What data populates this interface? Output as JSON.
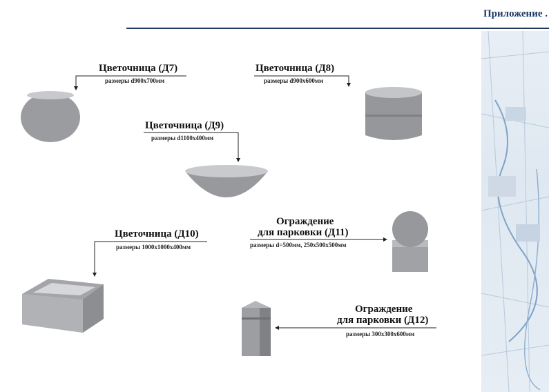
{
  "header": {
    "title": "Приложение ."
  },
  "items": [
    {
      "id": "d7",
      "title": "Цветочница (Д7)",
      "size": "размеры d900x700мм"
    },
    {
      "id": "d8",
      "title": "Цветочница (Д8)",
      "size": "размеры d900x600мм"
    },
    {
      "id": "d9",
      "title": "Цветочница (Д9)",
      "size": "размеры d1100x400мм"
    },
    {
      "id": "d10",
      "title": "Цветочница (Д10)",
      "size": "размеры 1000x1000x400мм"
    },
    {
      "id": "d11",
      "title_line1": "Ограждение",
      "title_line2": "для парковки (Д11)",
      "size": "размеры d=500мм, 250x500x500мм"
    },
    {
      "id": "d12",
      "title_line1": "Ограждение",
      "title_line2": "для парковки (Д12)",
      "size": "размеры 300x300x600мм"
    }
  ],
  "colors": {
    "accent": "#1f3864",
    "stone": "#9a9ca0"
  }
}
